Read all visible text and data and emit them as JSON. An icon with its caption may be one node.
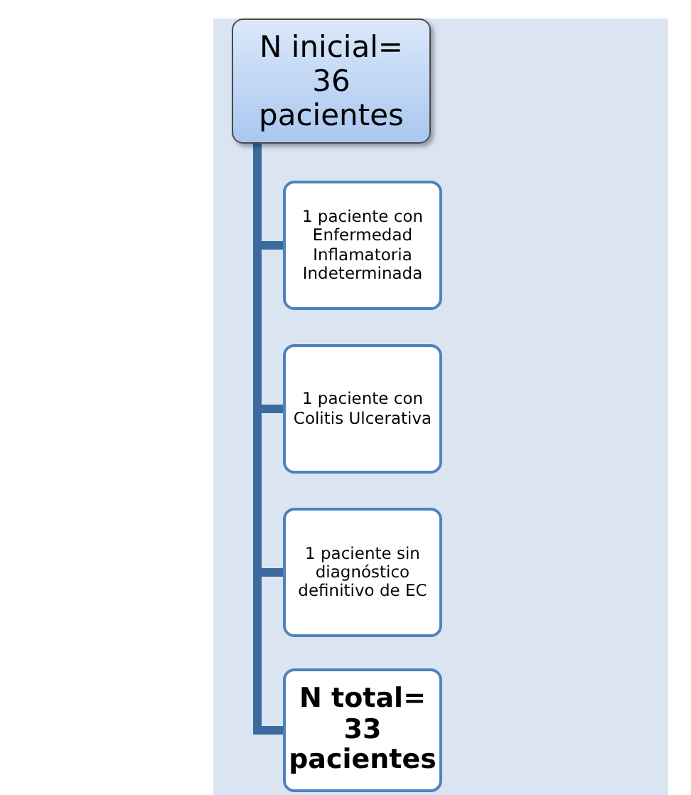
{
  "diagram": {
    "nodes": [
      {
        "text": [
          "N inicial= 36 pacientes"
        ]
      },
      {
        "text": [
          "1 paciente con Enfermedad Inflamatoria Indeterminada"
        ]
      },
      {
        "text": [
          "1 paciente con Colitis Ulcerativa"
        ]
      },
      {
        "text": [
          "1 paciente sin diagnóstico definitivo de EC"
        ]
      },
      {
        "text": [
          "N total= 33 pacientes"
        ]
      }
    ],
    "edges": [
      {
        "from": 0,
        "to": 1,
        "arrow": "none"
      },
      {
        "from": 0,
        "to": 2,
        "arrow": "none"
      },
      {
        "from": 0,
        "to": 3,
        "arrow": "none"
      },
      {
        "from": 0,
        "to": 4,
        "arrow": "none"
      }
    ]
  }
}
